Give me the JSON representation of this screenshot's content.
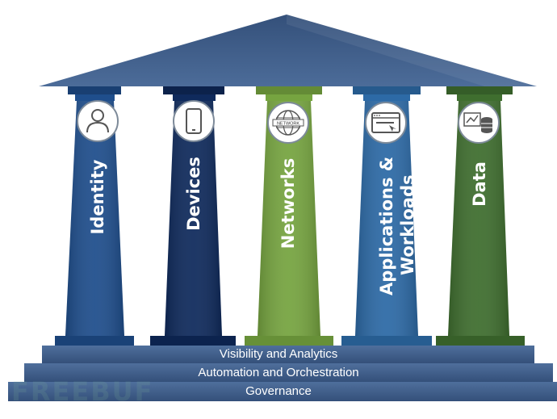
{
  "pillars": [
    {
      "label": "Identity",
      "icon": "person-icon",
      "color": "#1f4e8c"
    },
    {
      "label": "Devices",
      "icon": "smartphone-icon",
      "color": "#0f2a5c"
    },
    {
      "label": "Networks",
      "icon": "network-globe-icon",
      "color": "#76a440"
    },
    {
      "label": "Applications &",
      "label2": "Workloads",
      "icon": "app-window-icon",
      "color": "#2d6aa6"
    },
    {
      "label": "Data",
      "icon": "database-chart-icon",
      "color": "#3f6e2f"
    }
  ],
  "network_icon_text": "NETWORK",
  "steps": [
    {
      "label": "Visibility and Analytics"
    },
    {
      "label": "Automation and Orchestration"
    },
    {
      "label": "Governance"
    }
  ],
  "watermark": "FREEBUF"
}
